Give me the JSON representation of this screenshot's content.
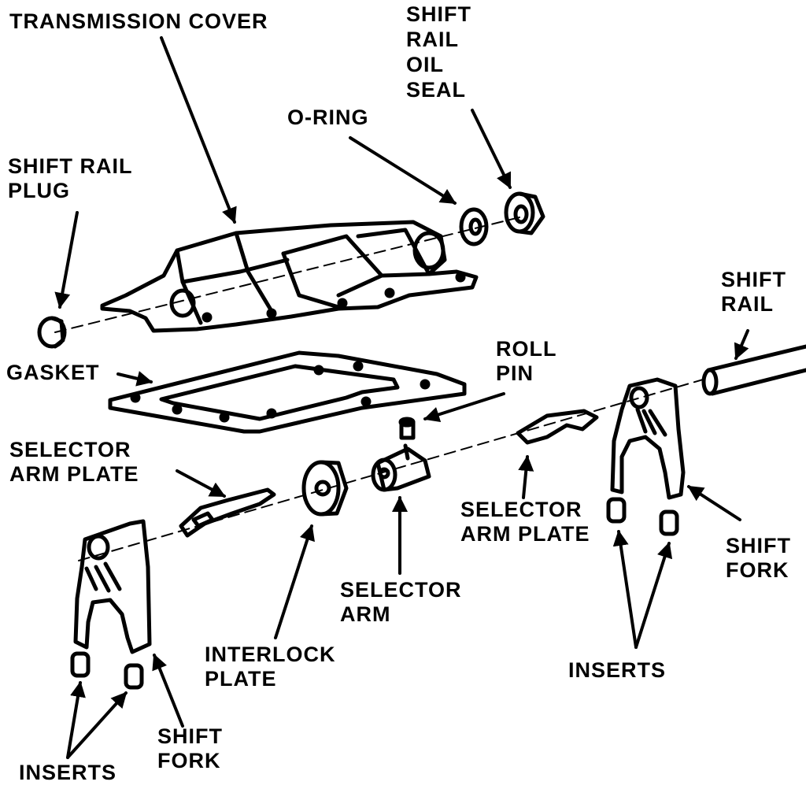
{
  "colors": {
    "ink": "#000000",
    "paper": "#ffffff"
  },
  "labels": {
    "transmission_cover": "TRANSMISSION COVER",
    "shift_rail_oil_seal": "SHIFT\nRAIL\nOIL\nSEAL",
    "o_ring": "O-RING",
    "shift_rail_plug": "SHIFT RAIL\nPLUG",
    "gasket": "GASKET",
    "roll_pin": "ROLL\nPIN",
    "shift_rail": "SHIFT\nRAIL",
    "selector_arm_plate_left": "SELECTOR\nARM PLATE",
    "selector_arm_plate_right": "SELECTOR\nARM PLATE",
    "selector_arm": "SELECTOR\nARM",
    "interlock_plate": "INTERLOCK\nPLATE",
    "shift_fork_right": "SHIFT\nFORK",
    "shift_fork_left": "SHIFT\nFORK",
    "inserts_right": "INSERTS",
    "inserts_left": "INSERTS"
  }
}
